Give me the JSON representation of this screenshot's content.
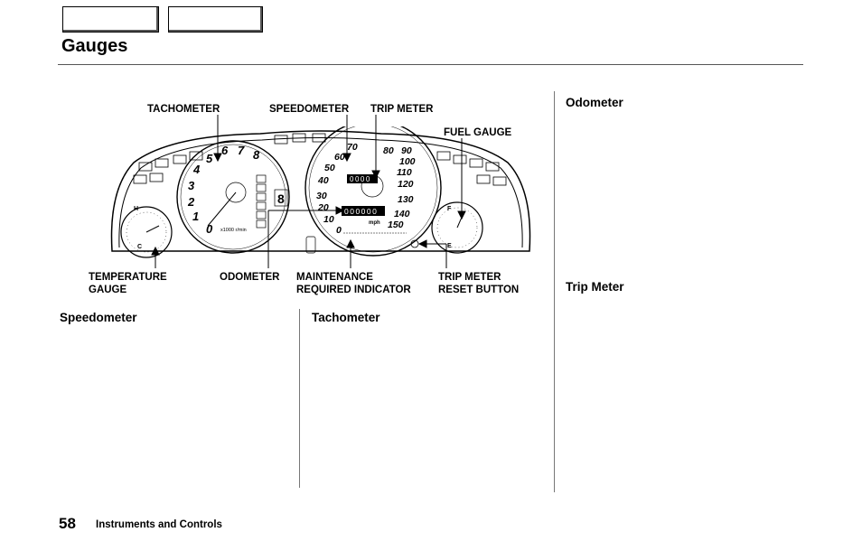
{
  "page": {
    "title": "Gauges",
    "page_number": "58",
    "footer": "Instruments and Controls"
  },
  "callouts": {
    "tachometer": "TACHOMETER",
    "speedometer": "SPEEDOMETER",
    "trip_meter": "TRIP METER",
    "fuel_gauge": "FUEL GAUGE",
    "temperature_gauge_1": "TEMPERATURE",
    "temperature_gauge_2": "GAUGE",
    "odometer": "ODOMETER",
    "maintenance_1": "MAINTENANCE",
    "maintenance_2": "REQUIRED INDICATOR",
    "trip_reset_1": "TRIP METER",
    "trip_reset_2": "RESET BUTTON"
  },
  "sections": {
    "speedometer": "Speedometer",
    "tachometer": "Tachometer",
    "odometer": "Odometer",
    "trip_meter": "Trip Meter"
  },
  "cluster": {
    "tach_numbers": [
      "0",
      "1",
      "2",
      "3",
      "4",
      "5",
      "6",
      "7",
      "8"
    ],
    "tach_unit": "x1000 r/min",
    "speed_numbers": [
      "0",
      "10",
      "20",
      "30",
      "40",
      "50",
      "60",
      "70",
      "80",
      "90",
      "100",
      "110",
      "120",
      "130",
      "140",
      "150"
    ],
    "speed_unit": "mph",
    "trip_display": "0000",
    "odo_display": "000000",
    "gear_display": "8",
    "temp_high": "H",
    "temp_cold": "C",
    "fuel_full": "F",
    "fuel_empty": "E"
  }
}
